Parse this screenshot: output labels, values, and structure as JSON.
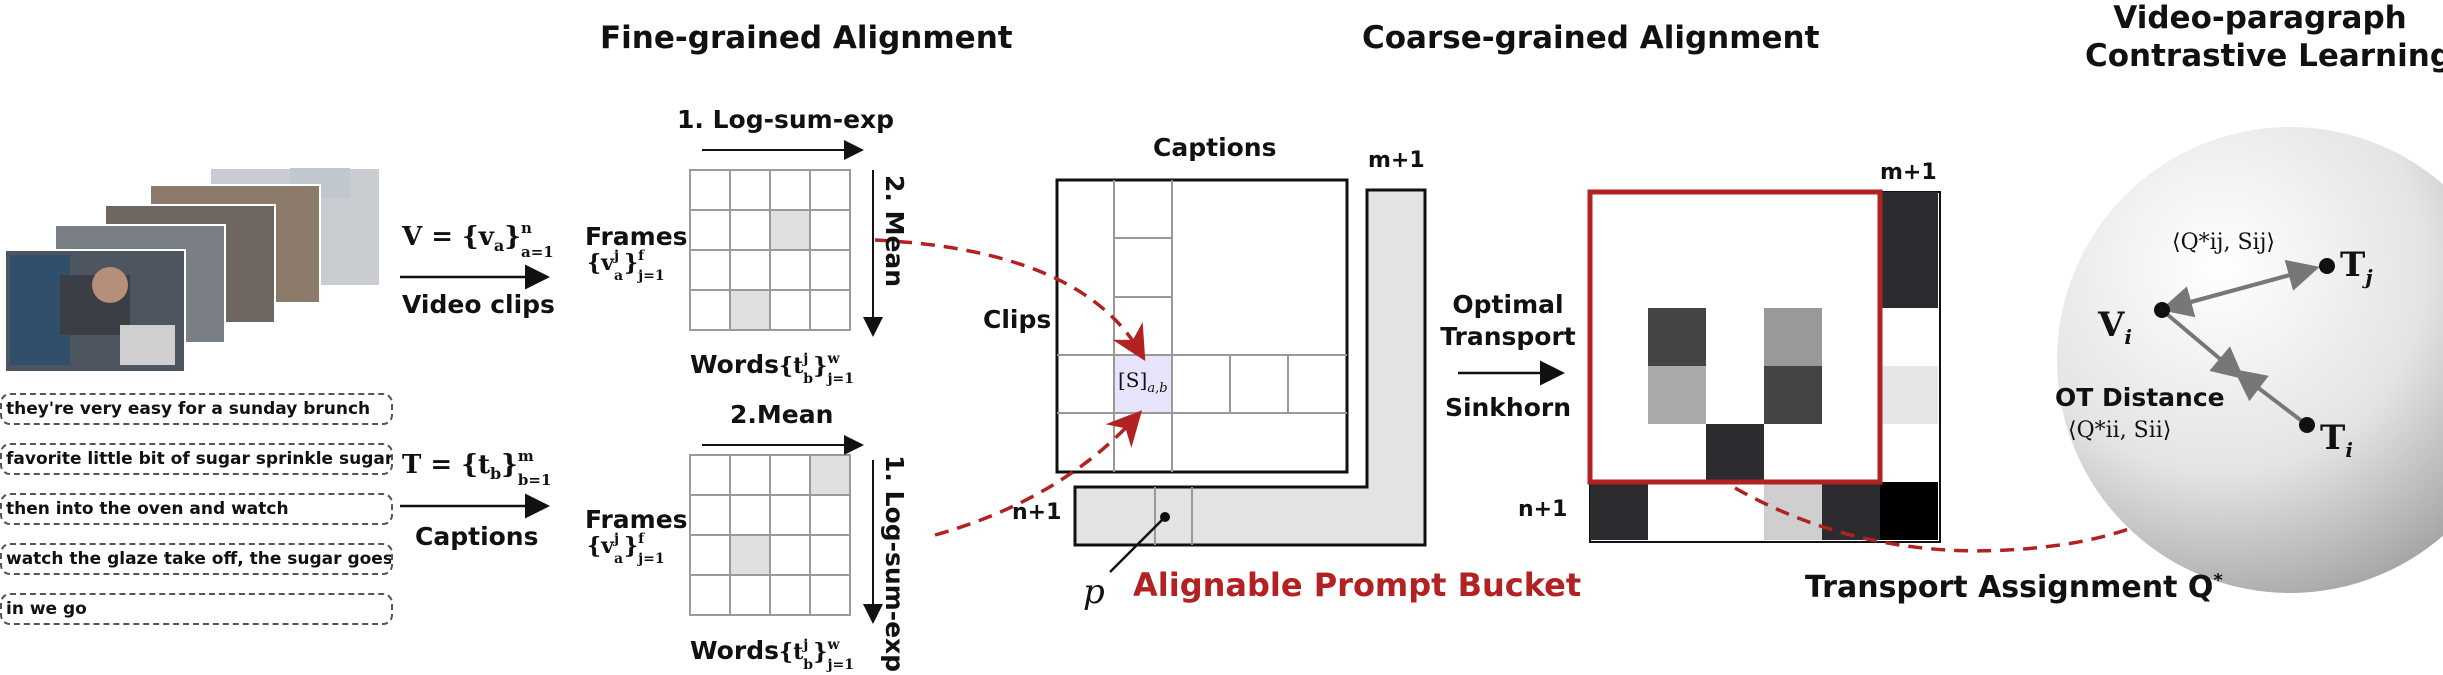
{
  "titles": {
    "fine": "Fine-grained Alignment",
    "coarse": "Coarse-grained Alignment",
    "vp_line1": "Video-paragraph",
    "vp_line2": "Contrastive Learning"
  },
  "left": {
    "video_eq": "V = {v",
    "video_eq_sub": "a",
    "video_eq_range": "}",
    "video_eq_sup": "n",
    "video_eq_subrange": "a=1",
    "video_label": "Video clips",
    "text_eq": "T = {t",
    "text_eq_sub": "b",
    "text_eq_range": "}",
    "text_eq_sup": "m",
    "text_eq_subrange": "b=1",
    "text_label": "Captions",
    "captions": [
      "they're very easy for a sunday brunch",
      "favorite little bit of sugar sprinkle sugar ...",
      "then into the oven and watch",
      "watch the glaze take off, the sugar goes on",
      "in we go"
    ]
  },
  "fine": {
    "top_step1": "1. Log-sum-exp",
    "top_step2": "2. Mean",
    "bottom_step1": "2.Mean",
    "bottom_step2": "1. Log-sum-exp",
    "frames": "Frames",
    "frames_set": "{v",
    "frames_sup": "j",
    "frames_sub": "a",
    "frames_close": "}",
    "frames_upper": "f",
    "frames_lower": "j=1",
    "words": "Words",
    "words_set": "{t",
    "words_sup": "j",
    "words_sub": "b",
    "words_close": "}",
    "words_upper": "w",
    "words_lower": "j=1"
  },
  "coarse": {
    "captions": "Captions",
    "clips": "Clips",
    "m1": "m+1",
    "n1": "n+1",
    "s_label": "[S]",
    "s_sub": "a,b",
    "p_label": "p",
    "bucket": "Alignable Prompt Bucket",
    "ot_line1": "Optimal",
    "ot_line2": "Transport",
    "sinkhorn": "Sinkhorn",
    "m1_right": "m+1",
    "n1_right": "n+1",
    "transport_label": "Transport Assignment Q",
    "transport_sup": "*"
  },
  "sphere": {
    "Tj": "T",
    "Tj_sub": "j",
    "Vi": "V",
    "Vi_sub": "i",
    "Ti": "T",
    "Ti_sub": "i",
    "qs_ij": "⟨Q*ij, Sij⟩",
    "ot_distance": "OT Distance",
    "qs_ii": "⟨Q*ii, Sii⟩"
  },
  "colors": {
    "accent_red": "#b22222",
    "grid_line": "#9a9a9a",
    "cell_gray": "#e0e0e0",
    "highlight_cell": "#e6e4fa"
  }
}
